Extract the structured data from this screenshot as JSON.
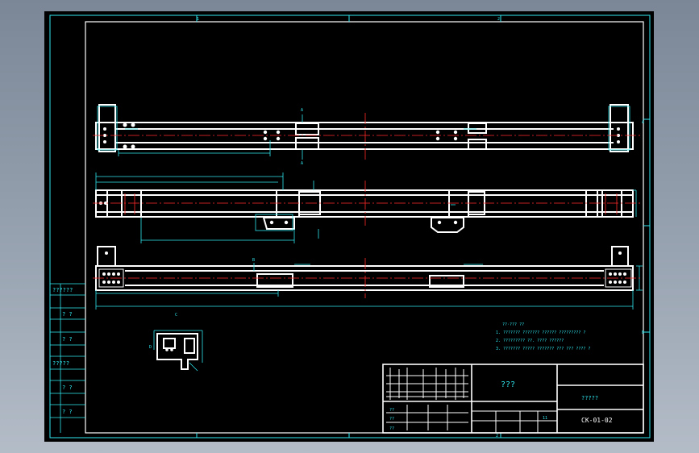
{
  "frame": {
    "zone_top_left": "1",
    "zone_top_right": "2",
    "zone_bottom": "2",
    "zone_side_a": "A",
    "zone_side_b": "B"
  },
  "left_strip": [
    "??????",
    "? ?",
    "? ?",
    "?????",
    "? ?",
    "? ?"
  ],
  "section_marks": {
    "a1": "A",
    "a2": "A",
    "b": "B",
    "c": "C",
    "d": "D"
  },
  "notes": {
    "heading": "??·??? ??",
    "line1": "1. ??????? ??????? ?????? ????????? ?",
    "line2": "2. ????????? ??. ???? ??????",
    "line3": "3. ??????? ????? ??????? ??? ??? ???? ?"
  },
  "title_block": {
    "part_name": "???",
    "company": "?????",
    "drawing_number": "CK-01-02",
    "sheet": "11",
    "cell_a": "??",
    "cell_b": "??",
    "cell_c": "??"
  },
  "colors": {
    "frame": "#2fe8ef",
    "outline": "#ffffff",
    "centerline": "#ff2a2a",
    "dimension": "#2fe8ef",
    "background": "#000000"
  }
}
